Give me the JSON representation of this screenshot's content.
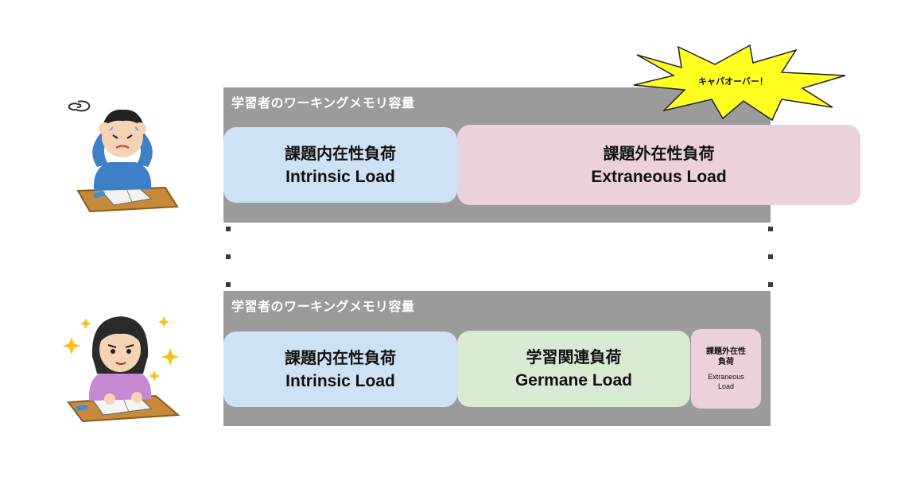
{
  "top_panel": {
    "title": "学習者のワーキングメモリ容量",
    "intrinsic": {
      "jp": "課題内在性負荷",
      "en": "Intrinsic Load"
    },
    "extraneous": {
      "jp": "課題外在性負荷",
      "en": "Extraneous Load"
    },
    "overflow_label": "キャパオーバー！"
  },
  "bottom_panel": {
    "title": "学習者のワーキングメモリ容量",
    "intrinsic": {
      "jp": "課題内在性負荷",
      "en": "Intrinsic Load"
    },
    "germane": {
      "jp": "学習関連負荷",
      "en": "Germane Load"
    },
    "extraneous_small": {
      "jp_line1": "課題外在性",
      "jp_line2": "負荷",
      "en_line1": "Extraneous",
      "en_line2": "Load"
    }
  },
  "colors": {
    "panel": "#9b9b9b",
    "intrinsic": "#cfe2f3",
    "extraneous": "#ead1dc",
    "germane": "#d9ead3",
    "burst": "#ffff22"
  },
  "illustrations": [
    "confused-student",
    "focused-student"
  ]
}
